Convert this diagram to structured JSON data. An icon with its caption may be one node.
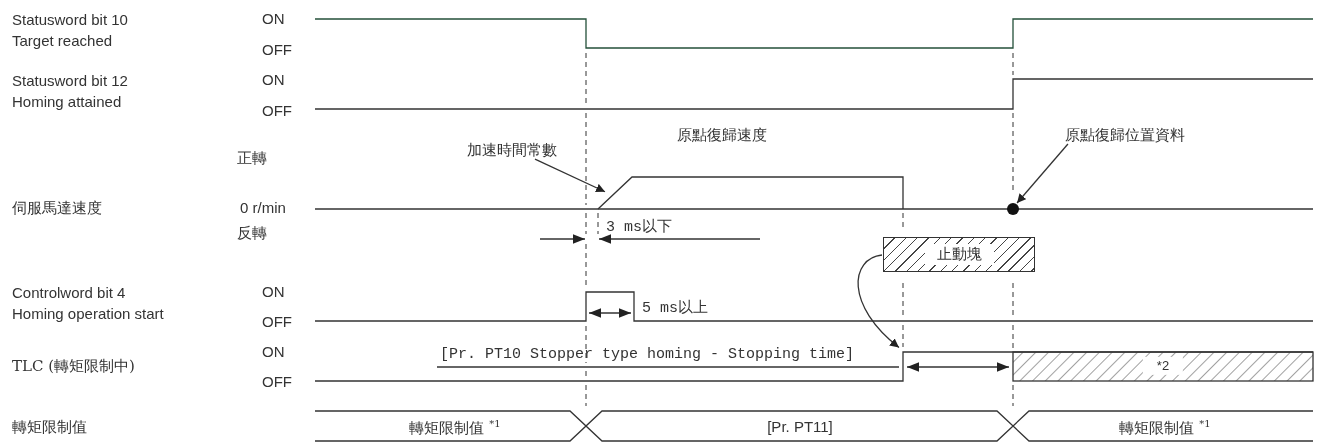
{
  "diagram": {
    "nodes": [
      {
        "text": [
          "加速時間常數"
        ]
      },
      {
        "text": [
          "原點復歸位置資料"
        ]
      },
      {
        "text": [],
        "shape": "circle"
      },
      {
        "text": [
          "止動塊"
        ]
      }
    ],
    "edges": [
      {
        "from": 0,
        "to": null,
        "arrow": "to"
      },
      {
        "from": 1,
        "to": 2,
        "arrow": "to"
      },
      {
        "from": 3,
        "to": null,
        "arrow": "to"
      }
    ],
    "labels": [
      "Statusword bit 10 Target reached",
      "ON",
      "OFF",
      "Statusword bit 12 Homing attained",
      "ON",
      "OFF",
      "原點復歸速度",
      "正轉",
      "伺服馬達速度",
      "0 r/min",
      "反轉",
      "3 ms以下",
      "Controlword bit 4 Homing operation start",
      "ON",
      "5 ms以上",
      "OFF",
      "ON",
      "[Pr. PT10 Stopper type homing - Stopping time]",
      "TLC (轉矩限制中)",
      "OFF",
      "*2",
      "轉矩限制值",
      "轉矩限制值 $^{*1}$",
      "[Pr. PT11]",
      "轉矩限制值 $^{*1}$"
    ]
  }
}
